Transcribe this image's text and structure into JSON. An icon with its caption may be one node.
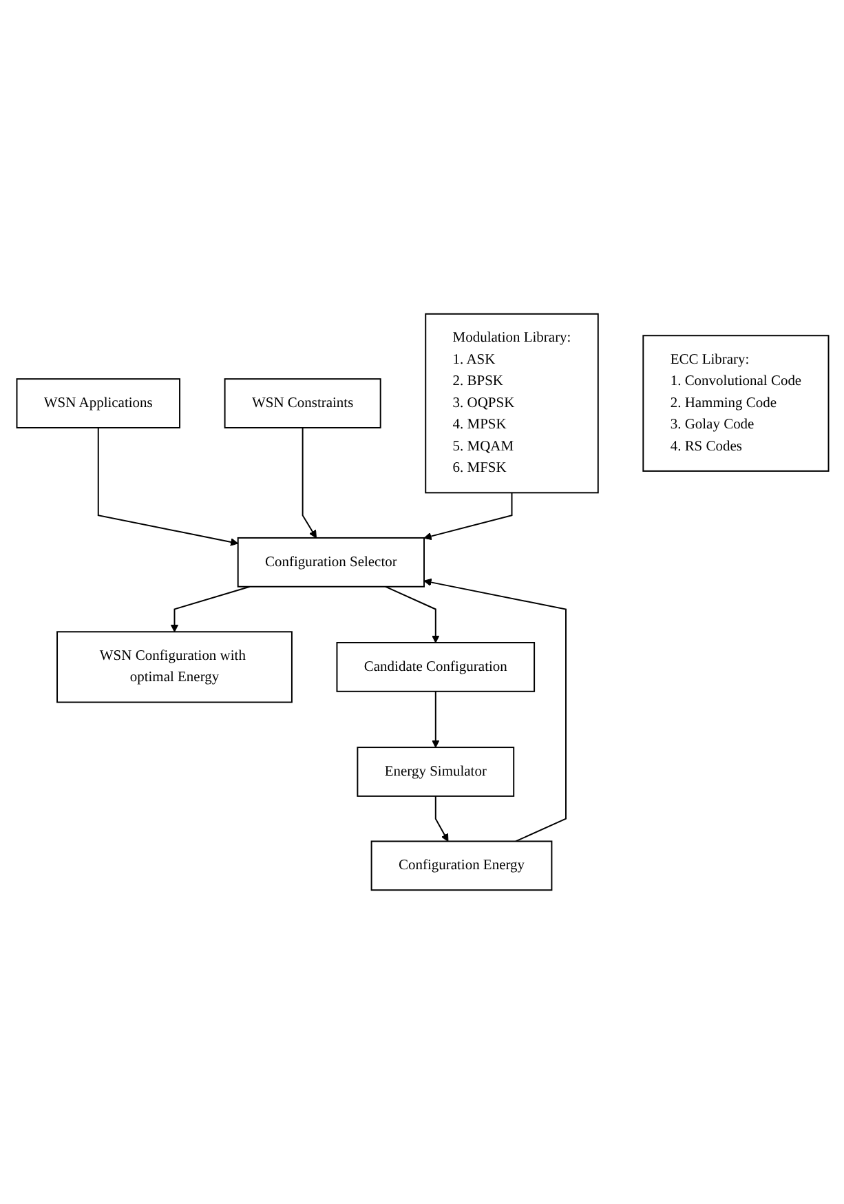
{
  "diagram": {
    "nodes": [
      {
        "text": [
          "WSN Applications"
        ]
      },
      {
        "text": [
          "WSN Constraints"
        ]
      },
      {
        "text": [
          "Modulation Library:",
          "1. ASK",
          "2. BPSK",
          "3. OQPSK",
          "4. MPSK",
          "5. MQAM",
          "6. MFSK"
        ]
      },
      {
        "text": [
          "Configuration Selector"
        ]
      },
      {
        "text": [
          "WSN Configuration with optimal Energy"
        ]
      },
      {
        "text": [
          "ECC Library:",
          "1. Convolutional Code",
          "2. Hamming Code",
          "3. Golay Code",
          "4. RS Codes"
        ]
      },
      {
        "text": [
          "Candidate Configuration"
        ]
      },
      {
        "text": [
          "Energy Simulator"
        ]
      },
      {
        "text": [
          "Configuration Energy"
        ]
      }
    ],
    "edges": [
      {
        "from": 0,
        "to": 3,
        "arrow": "to"
      },
      {
        "from": 1,
        "to": 3,
        "arrow": "to"
      },
      {
        "from": 2,
        "to": 3,
        "arrow": "to"
      },
      {
        "from": 3,
        "to": 4,
        "arrow": "to"
      },
      {
        "from": 3,
        "to": 6,
        "arrow": "to"
      },
      {
        "from": 6,
        "to": 7,
        "arrow": "to"
      },
      {
        "from": 7,
        "to": 8,
        "arrow": "to"
      },
      {
        "from": 8,
        "to": 3,
        "arrow": "to"
      }
    ]
  }
}
